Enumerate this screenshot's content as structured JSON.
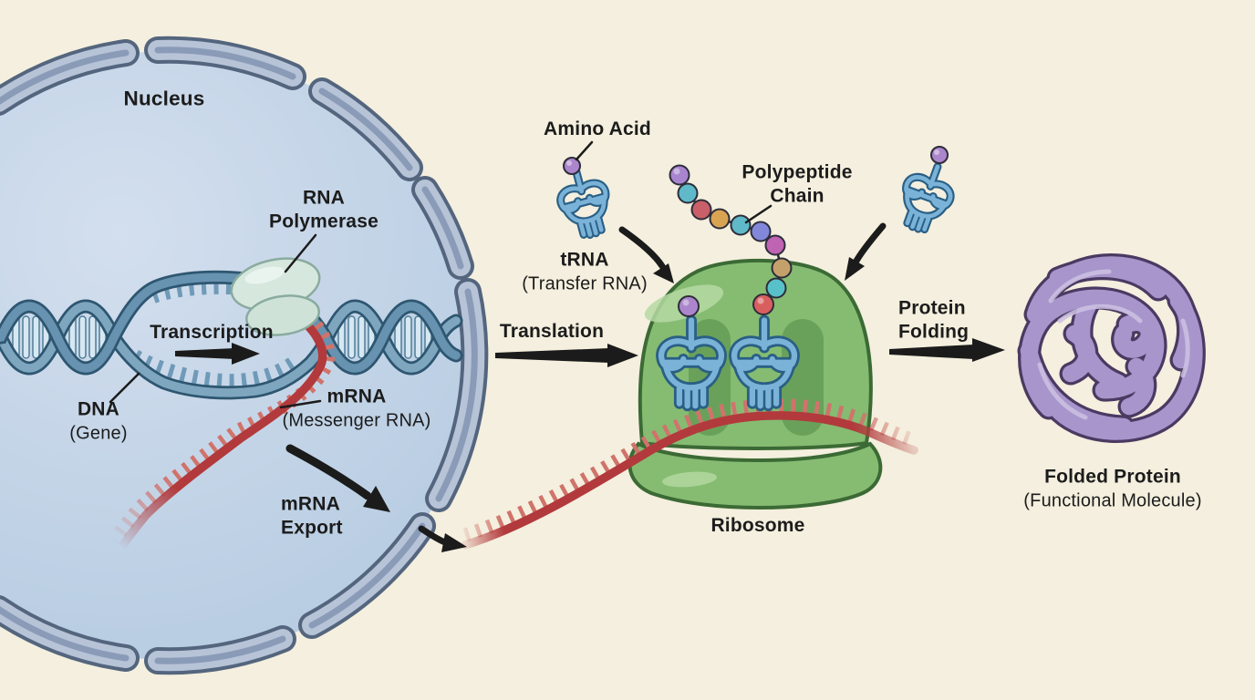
{
  "diagram": {
    "nucleus_label": "Nucleus",
    "rna_polymerase": {
      "line1": "RNA",
      "line2": "Polymerase"
    },
    "transcription_label": "Transcription",
    "dna": {
      "name": "DNA",
      "detail": "(Gene)"
    },
    "mrna": {
      "name": "mRNA",
      "detail": "(Messenger RNA)"
    },
    "mrna_export": {
      "line1": "mRNA",
      "line2": "Export"
    },
    "amino_acid_label": "Amino Acid",
    "trna": {
      "name": "tRNA",
      "detail": "(Transfer RNA)"
    },
    "translation_label": "Translation",
    "polypeptide_chain": {
      "line1": "Polypeptide",
      "line2": "Chain"
    },
    "ribosome_label": "Ribosome",
    "protein_folding": {
      "line1": "Protein",
      "line2": "Folding"
    },
    "folded_protein": {
      "name": "Folded Protein",
      "detail": "(Functional Molecule)"
    }
  },
  "colors": {
    "background": "#f4efde",
    "nucleus_fill": "#bfd2e6",
    "membrane_outline": "#54657e",
    "membrane_fill": "#b7c3d7",
    "dna_strand_front": "#6792b0",
    "dna_strand_back": "#7ea6bf",
    "dna_outline": "#2e5670",
    "base_pair_fill": "#d7e8f2",
    "mrna_red": "#b23a3c",
    "mrna_teeth": "#d0736b",
    "polymerase_fill": "#d6e7de",
    "ribosome_green": "#85bc72",
    "ribosome_outline": "#3c6a35",
    "ribosome_tunnel": "#6aa15a",
    "trna_light": "#7ab2d8",
    "trna_dark": "#2a5f85",
    "folded_protein_purple": "#a795cb",
    "folded_protein_outline": "#4a3a62",
    "arrow_black": "#1b1b1b",
    "text": "#1c1c1c"
  },
  "beads": {
    "amino_acid_color": "#ab86cc",
    "chain_colors": [
      "#a984cf",
      "#5fb9c9",
      "#c95f68",
      "#d9a452",
      "#5fb9c9",
      "#8287d9",
      "#bf63b3",
      "#c4a16b",
      "#58c0c9",
      "#d95f5f"
    ]
  }
}
